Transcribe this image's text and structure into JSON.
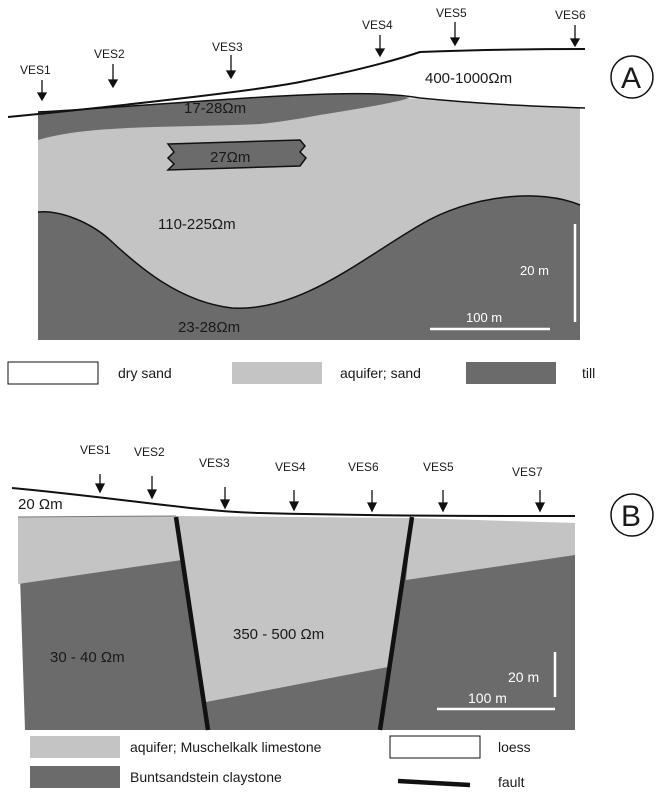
{
  "panel_a": {
    "label": "A",
    "ves": [
      "VES1",
      "VES2",
      "VES3",
      "VES4",
      "VES5",
      "VES6"
    ],
    "res_dry": "400-1000Ωm",
    "res_top_till": "17-28Ωm",
    "res_lens": "27Ωm",
    "res_aquifer": "110-225Ωm",
    "res_till": "23-28Ωm",
    "scale_v": "20  m",
    "scale_h": "100  m",
    "legend": [
      "dry sand",
      "aquifer; sand",
      "till"
    ]
  },
  "panel_b": {
    "label": "B",
    "ves": [
      "VES1",
      "VES2",
      "VES3",
      "VES4",
      "VES6",
      "VES5",
      "VES7"
    ],
    "res_loess": "20 Ωm",
    "res_clay": "30 - 40 Ωm",
    "res_lime": "350 - 500 Ωm",
    "scale_v": "20 m",
    "scale_h": "100 m",
    "legend": [
      "aquifer; Muschelkalk limestone",
      "loess",
      "Buntsandstein claystone",
      "fault"
    ]
  },
  "colors": {
    "dark": "#6b6b6b",
    "light": "#c4c4c4",
    "line": "#111111"
  }
}
